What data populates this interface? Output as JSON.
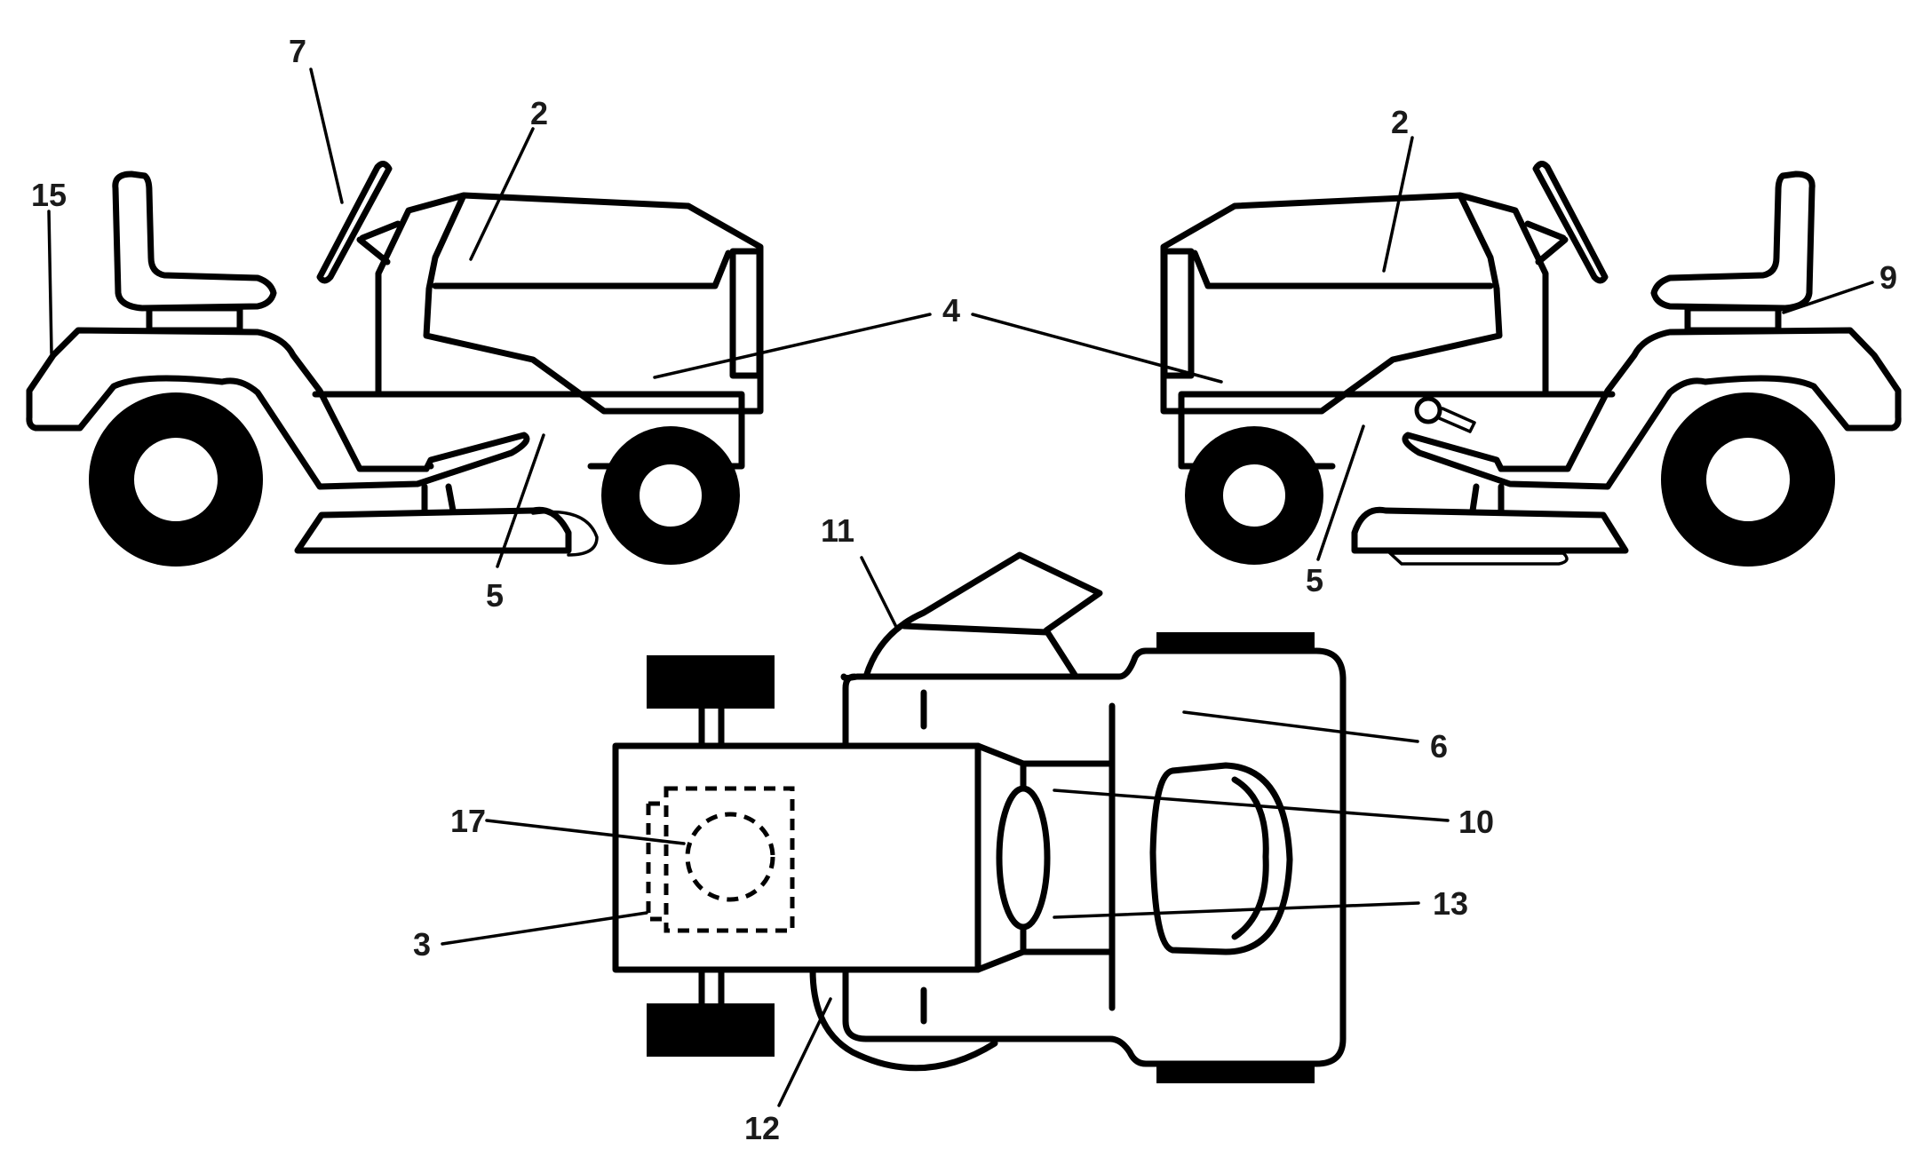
{
  "callouts": [
    {
      "id": "c7",
      "label": "7"
    },
    {
      "id": "c2-left",
      "label": "2"
    },
    {
      "id": "c15",
      "label": "15"
    },
    {
      "id": "c4",
      "label": "4"
    },
    {
      "id": "c5-left",
      "label": "5"
    },
    {
      "id": "c2-right",
      "label": "2"
    },
    {
      "id": "c9",
      "label": "9"
    },
    {
      "id": "c5-right",
      "label": "5"
    },
    {
      "id": "c11",
      "label": "11"
    },
    {
      "id": "c6",
      "label": "6"
    },
    {
      "id": "c10",
      "label": "10"
    },
    {
      "id": "c17",
      "label": "17"
    },
    {
      "id": "c13",
      "label": "13"
    },
    {
      "id": "c3",
      "label": "3"
    },
    {
      "id": "c12",
      "label": "12"
    }
  ]
}
